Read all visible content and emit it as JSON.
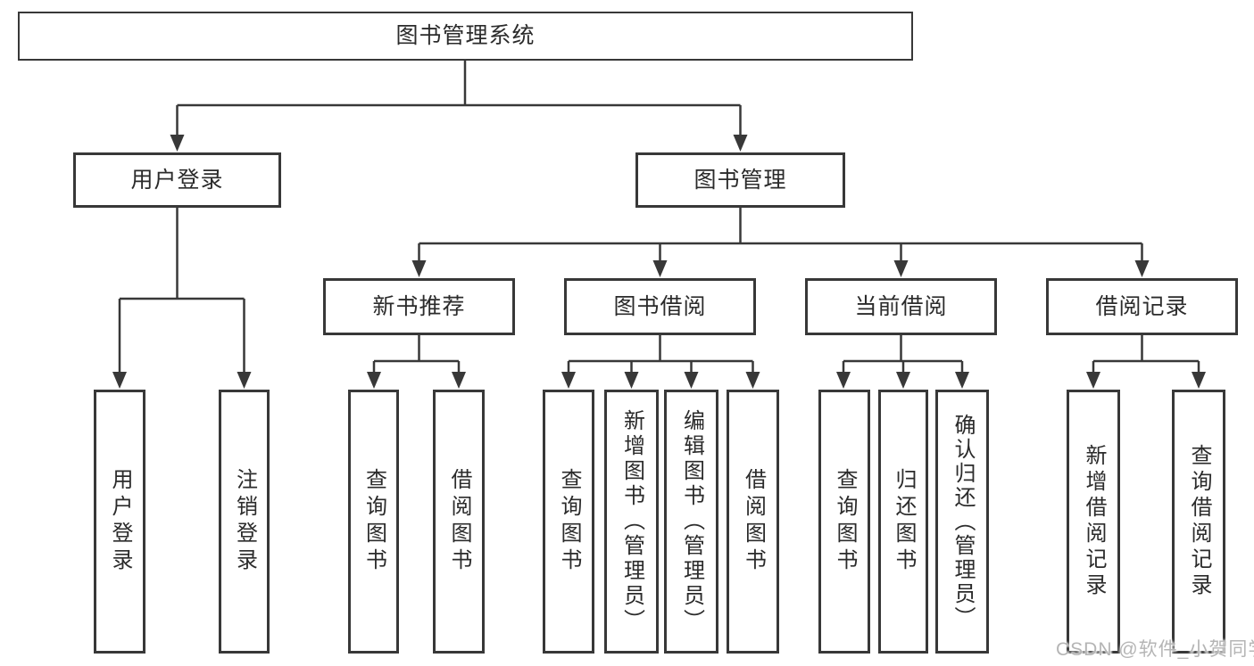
{
  "diagram": {
    "root": {
      "label": "图书管理系统"
    },
    "level2": [
      {
        "label": "用户登录",
        "leaves": [
          {
            "label": "用户登录"
          },
          {
            "label": "注销登录"
          }
        ]
      },
      {
        "label": "图书管理",
        "groups": [
          {
            "label": "新书推荐",
            "leaves": [
              {
                "label": "查询图书"
              },
              {
                "label": "借阅图书"
              }
            ]
          },
          {
            "label": "图书借阅",
            "leaves": [
              {
                "label": "查询图书"
              },
              {
                "label": "新增图书（管理员）"
              },
              {
                "label": "编辑图书（管理员）"
              },
              {
                "label": "借阅图书"
              }
            ]
          },
          {
            "label": "当前借阅",
            "leaves": [
              {
                "label": "查询图书"
              },
              {
                "label": "归还图书"
              },
              {
                "label": "确认归还（管理员）"
              }
            ]
          },
          {
            "label": "借阅记录",
            "leaves": [
              {
                "label": "新增借阅记录"
              },
              {
                "label": "查询借阅记录"
              }
            ]
          }
        ]
      }
    ]
  },
  "watermark": {
    "text": "CSDN @软件_小贺同学"
  },
  "colors": {
    "line": "#383838",
    "box_border": "#383838",
    "text": "#2b2b2b",
    "background": "#ffffff",
    "watermark": "#b5b5b5"
  }
}
